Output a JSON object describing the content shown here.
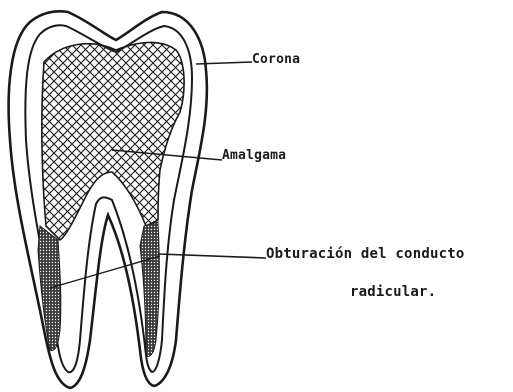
{
  "labels": {
    "corona": "Corona",
    "amalgama": "Amalgama",
    "obturacion_line1": "Obturación del conducto",
    "obturacion_line2": "radicular."
  },
  "colors": {
    "ink": "#1a1a1a",
    "background": "#ffffff"
  }
}
